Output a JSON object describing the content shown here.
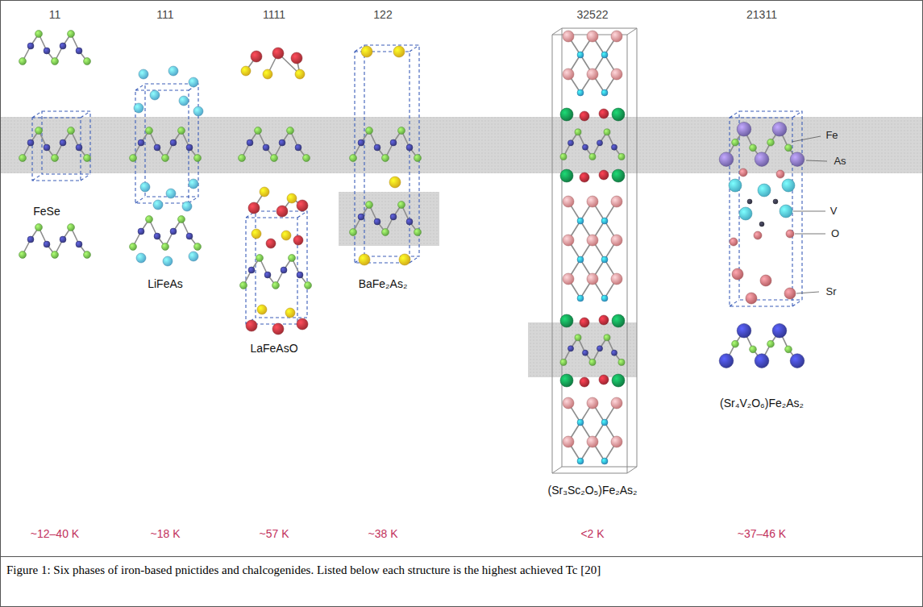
{
  "diagram": {
    "caption": "Figure 1: Six phases of iron-based pnictides and chalcogenides. Listed below each structure is the highest achieved Tc [20]",
    "labels": [
      "11",
      "111",
      "1111",
      "122",
      "32522",
      "21311",
      "FeSe",
      "LiFeAs",
      "LaFeAsO",
      "BaFe₂As₂",
      "(Sr₃Sc₂O₅)Fe₂As₂",
      "(Sr₄V₂O₆)Fe₂As₂",
      "Fe",
      "As",
      "V",
      "O",
      "Sr",
      "~12–40 K",
      "~18 K",
      "~57 K",
      "~38 K",
      "<2 K",
      "~37–46 K"
    ]
  }
}
